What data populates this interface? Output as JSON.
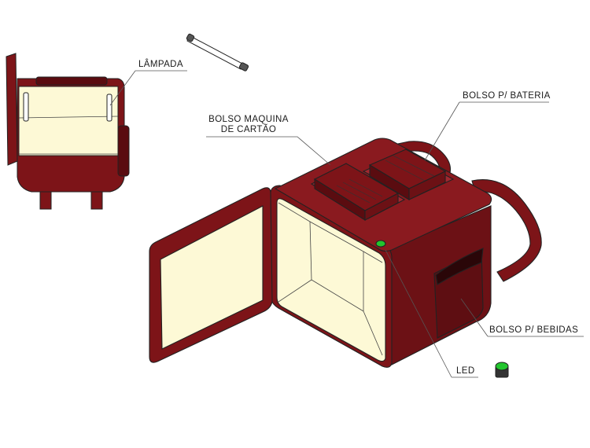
{
  "labels": {
    "lampada": "LÂMPADA",
    "bolso_maquina_line1": "BOLSO MAQUINA",
    "bolso_maquina_line2": "DE CARTÃO",
    "bolso_bateria": "BOLSO P/ BATERIA",
    "bolso_bebidas": "BOLSO P/ BEBIDAS",
    "led": "LED"
  },
  "colors": {
    "body": "#7d1418",
    "body_dark": "#5a0c10",
    "body_light": "#9a2228",
    "interior": "#fdf9d6",
    "interior_shade": "#f4efbf",
    "outline": "#222222",
    "led": "#22c52e"
  }
}
